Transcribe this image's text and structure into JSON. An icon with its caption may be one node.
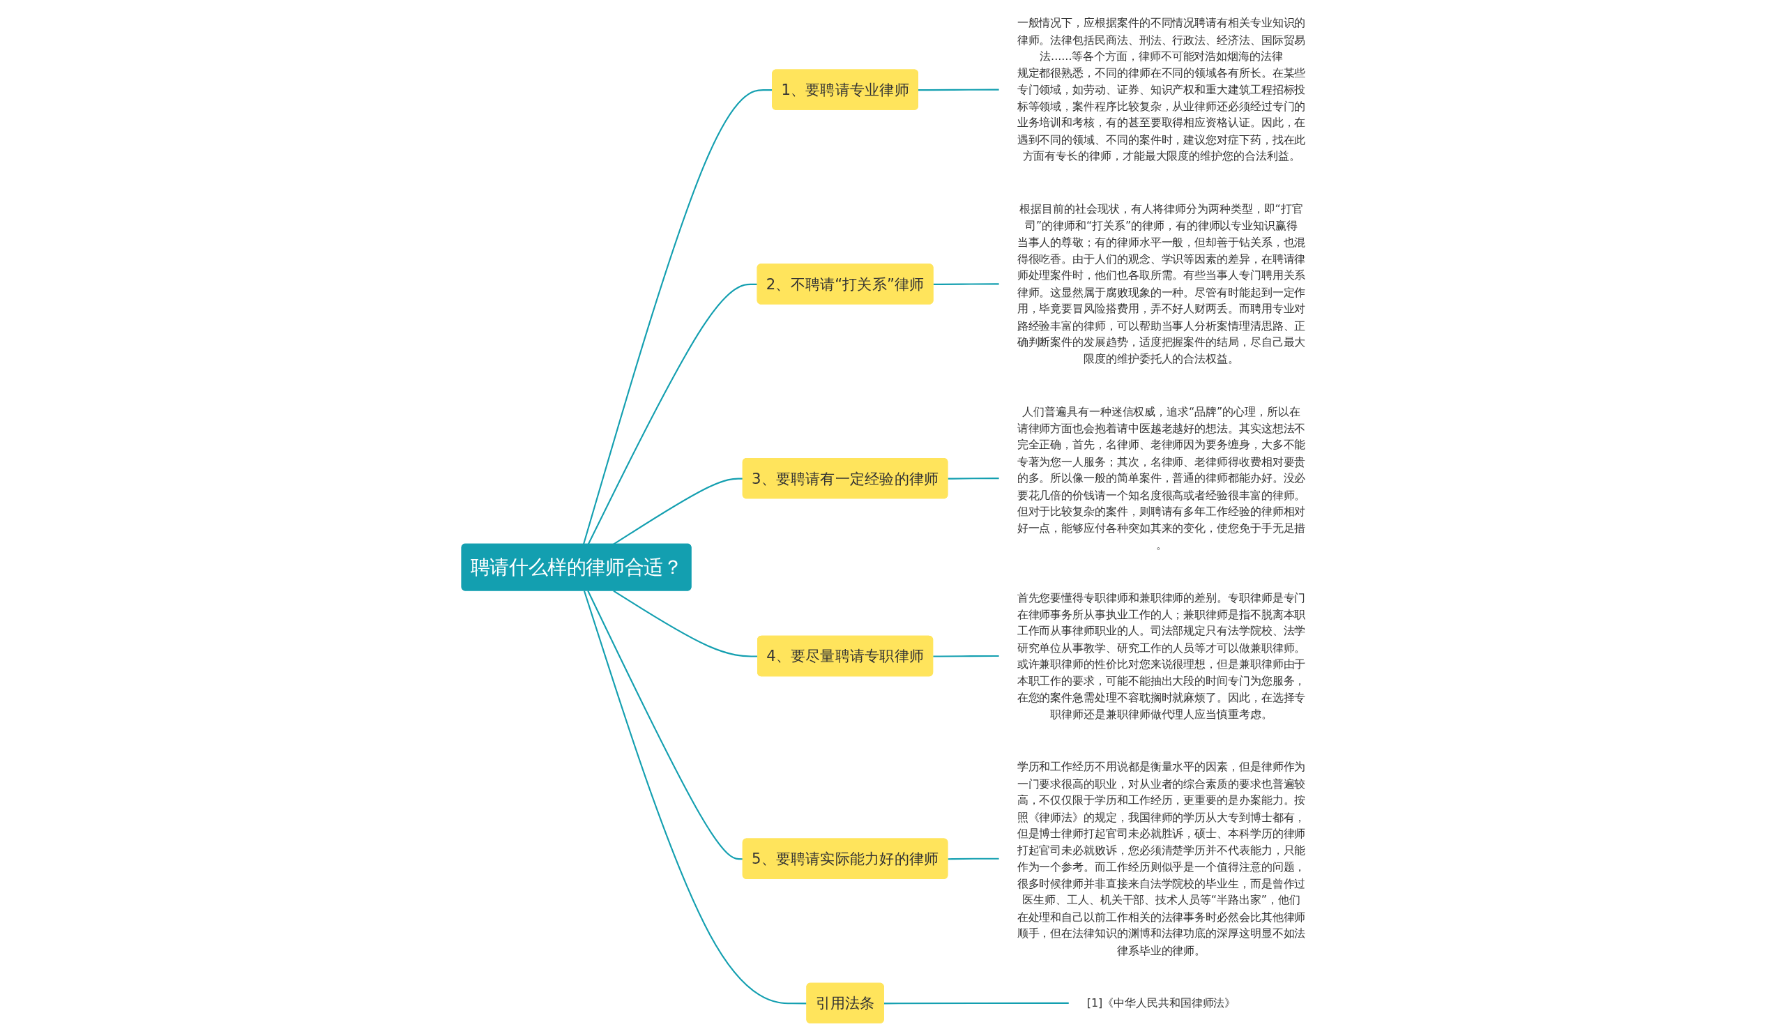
{
  "diagram": {
    "nodes": [
      {
        "text": [
          "聘请什么样的律师合适？"
        ]
      },
      {
        "text": [
          "1、要聘请专业律师"
        ]
      },
      {
        "text": [
          "一般情况下，应根据案件的不同情况聘请有相关专业知识的律师。法律包括民商法、刑法、行政法、经济法、国际贸易法......等各个方面，律师不可能对浩如烟海的法律规定都很熟悉，不同的律师在不同的领域各有所长。在某些专门领域，如劳动、证券、知识产权和重大建筑工程招标投标等领域，案件程序比较复杂，从业律师还必须经过专门的业务培训和考核，有的甚至要取得相应资格认证。因此，在遇到不同的领域、不同的案件时，建议您对症下药，找在此方面有专长的律师，才能最大限度的维护您的合法利益。"
        ]
      },
      {
        "text": [
          "2、不聘请“打关系”律师"
        ]
      },
      {
        "text": [
          "根据目前的社会现状，有人将律师分为两种类型，即“打官司”的律师和“打关系”的律师，有的律师以专业知识赢得当事人的尊敬；有的律师水平一般，但却善于钻关系，也混得很吃香。由于人们的观念、学识等因素的差异，在聘请律师处理案件时，他们也各取所需。有些当事人专门聘用关系律师。这显然属于腐败现象的一种。尽管有时能起到一定作用，毕竟要冒风险搭费用，弄不好人财两丢。而聘用专业对路经验丰富的律师，可以帮助当事人分析案情理清思路、正确判断案件的发展趋势，适度把握案件的结局，尽自己最大限度的维护委托人的合法权益。"
        ]
      },
      {
        "text": [
          "3、要聘请有一定经验的律师"
        ]
      },
      {
        "text": [
          "人们普遍具有一种迷信权威，追求“品牌”的心理，所以在请律师方面也会抱着请中医越老越好的想法。其实这想法不完全正确，首先，名律师、老律师因为要务缠身，大多不能专著为您一人服务；其次，名律师、老律师得收费相对要贵的多。所以像一般的简单案件，普通的律师都能办好。没必要花几倍的价钱请一个知名度很高或者经验很丰富的律师。但对于比较复杂的案件，则聘请有多年工作经验的律师相对好一点，能够应付各种突如其来的变化，使您免于手无足措。"
        ]
      },
      {
        "text": [
          "4、要尽量聘请专职律师"
        ]
      },
      {
        "text": [
          "首先您要懂得专职律师和兼职律师的差别。专职律师是专门在律师事务所从事执业工作的人；兼职律师是指不脱离本职工作而从事律师职业的人。司法部规定只有法学院校、法学研究单位从事教学、研究工作的人员等才可以做兼职律师。或许兼职律师的性价比对您来说很理想，但是兼职律师由于本职工作的要求，可能不能抽出大段的时间专门为您服务，在您的案件急需处理不容耽搁时就麻烦了。因此，在选择专职律师还是兼职律师做代理人应当慎重考虑。"
        ]
      },
      {
        "text": [
          "5、要聘请实际能力好的律师"
        ]
      },
      {
        "text": [
          "学历和工作经历不用说都是衡量水平的因素，但是律师作为一门要求很高的职业，对从业者的综合素质的要求也普遍较高，不仅仅限于学历和工作经历，更重要的是办案能力。按照《律师法》的规定，我国律师的学历从大专到博士都有，但是博士律师打起官司未必就胜诉，硕士、本科学历的律师打起官司未必就败诉，您必须清楚学历并不代表能力，只能作为一个参考。而工作经历则似乎是一个值得注意的问题，很多时候律师并非直接来自法学院校的毕业生，而是曾作过医生师、工人、机关干部、技术人员等“半路出家”，他们在处理和自己以前工作相关的法律事务时必然会比其他律师顺手，但在法律知识的渊博和法律功底的深厚这明显不如法律系毕业的律师。"
        ]
      },
      {
        "text": [
          "引用法条"
        ]
      },
      {
        "text": [
          "[1]《中华人民共和国律师法》"
        ]
      }
    ],
    "edges": [
      {
        "from": 0,
        "to": 1,
        "arrow": "none"
      },
      {
        "from": 1,
        "to": 2,
        "arrow": "none"
      },
      {
        "from": 0,
        "to": 3,
        "arrow": "none"
      },
      {
        "from": 3,
        "to": 4,
        "arrow": "none"
      },
      {
        "from": 0,
        "to": 5,
        "arrow": "none"
      },
      {
        "from": 5,
        "to": 6,
        "arrow": "none"
      },
      {
        "from": 0,
        "to": 7,
        "arrow": "none"
      },
      {
        "from": 7,
        "to": 8,
        "arrow": "none"
      },
      {
        "from": 0,
        "to": 9,
        "arrow": "none"
      },
      {
        "from": 9,
        "to": 10,
        "arrow": "none"
      },
      {
        "from": 0,
        "to": 11,
        "arrow": "none"
      },
      {
        "from": 11,
        "to": 12,
        "arrow": "none"
      }
    ]
  }
}
